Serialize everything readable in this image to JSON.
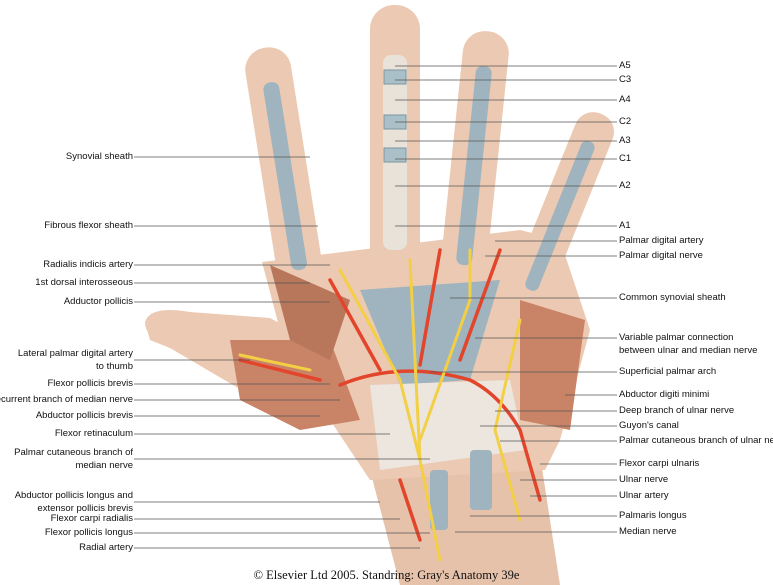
{
  "figure": {
    "left_labels": [
      {
        "text": [
          "Synovial sheath"
        ]
      },
      {
        "text": [
          "Fibrous flexor sheath"
        ]
      },
      {
        "text": [
          "Radialis indicis artery"
        ]
      },
      {
        "text": [
          "1st dorsal interosseous"
        ]
      },
      {
        "text": [
          "Adductor pollicis"
        ]
      },
      {
        "text": [
          "Lateral palmar digital artery",
          "to thumb"
        ]
      },
      {
        "text": [
          "Flexor pollicis brevis"
        ]
      },
      {
        "text": [
          "Recurrent branch of median nerve"
        ]
      },
      {
        "text": [
          "Abductor pollicis brevis"
        ]
      },
      {
        "text": [
          "Flexor retinaculum"
        ]
      },
      {
        "text": [
          "Palmar cutaneous branch of",
          "median nerve"
        ]
      },
      {
        "text": [
          "Abductor pollicis longus and",
          "extensor pollicis brevis"
        ]
      },
      {
        "text": [
          "Flexor carpi radialis"
        ]
      },
      {
        "text": [
          "Flexor pollicis longus"
        ]
      },
      {
        "text": [
          "Radial artery"
        ]
      }
    ],
    "right_labels": [
      {
        "text": [
          "A5"
        ]
      },
      {
        "text": [
          "C3"
        ]
      },
      {
        "text": [
          "A4"
        ]
      },
      {
        "text": [
          "C2"
        ]
      },
      {
        "text": [
          "A3"
        ]
      },
      {
        "text": [
          "C1"
        ]
      },
      {
        "text": [
          "A2"
        ]
      },
      {
        "text": [
          "A1"
        ]
      },
      {
        "text": [
          "Palmar digital artery"
        ]
      },
      {
        "text": [
          "Palmar digital nerve"
        ]
      },
      {
        "text": [
          "Common synovial sheath"
        ]
      },
      {
        "text": [
          "Variable palmar connection",
          "between ulnar and median nerve"
        ]
      },
      {
        "text": [
          "Superficial palmar arch"
        ]
      },
      {
        "text": [
          "Abductor digiti minimi"
        ]
      },
      {
        "text": [
          "Deep branch of ulnar nerve"
        ]
      },
      {
        "text": [
          "Guyon's canal"
        ]
      },
      {
        "text": [
          "Palmar cutaneous branch of ulnar nerve"
        ]
      },
      {
        "text": [
          "Flexor carpi ulnaris"
        ]
      },
      {
        "text": [
          "Ulnar nerve"
        ]
      },
      {
        "text": [
          "Ulnar artery"
        ]
      },
      {
        "text": [
          "Palmaris longus"
        ]
      },
      {
        "text": [
          "Median nerve"
        ]
      }
    ],
    "copyright": "© Elsevier Ltd 2005. Standring: Gray's Anatomy 39e"
  },
  "colors": {
    "skin": "#ecc9b2",
    "tendon": "#9fb4be",
    "muscle": "#c98467",
    "artery": "#e2452b",
    "nerve": "#f3cf45",
    "retinaculum": "#ece6df"
  }
}
